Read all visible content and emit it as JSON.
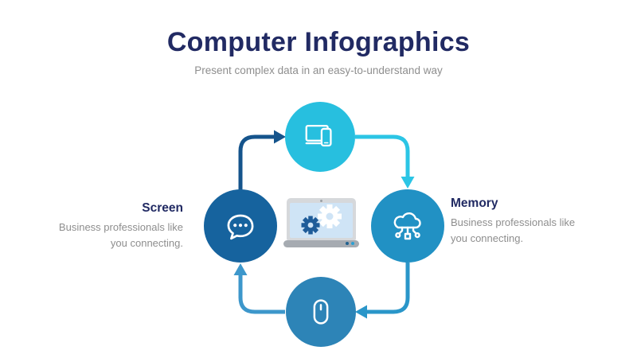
{
  "header": {
    "title": "Computer Infographics",
    "subtitle": "Present complex data in an easy-to-understand way"
  },
  "callouts": {
    "left": {
      "title": "Screen",
      "description": "Business professionals like you connecting."
    },
    "right": {
      "title": "Memory",
      "description": "Business professionals like you connecting."
    }
  },
  "diagram": {
    "nodes": [
      {
        "position": "top",
        "icon": "laptop-and-phone-icon",
        "color": "#27bfdf"
      },
      {
        "position": "right",
        "icon": "cloud-computing-icon",
        "color": "#2191c4"
      },
      {
        "position": "bottom",
        "icon": "computer-mouse-icon",
        "color": "#2d84b7"
      },
      {
        "position": "left",
        "icon": "chat-bubble-icon",
        "color": "#16639e"
      }
    ],
    "flow": [
      {
        "from": "left",
        "to": "top",
        "color": "#15548c"
      },
      {
        "from": "top",
        "to": "right",
        "color": "#2bc5e5"
      },
      {
        "from": "right",
        "to": "bottom",
        "color": "#2a96c9"
      },
      {
        "from": "bottom",
        "to": "left",
        "color": "#3d97cb"
      }
    ],
    "center": {
      "illustration": "laptop-with-gears",
      "gear_dark": "#1f5c99",
      "gear_light": "#ffffff",
      "screen": "#cfe4f6"
    }
  },
  "colors": {
    "heading_navy": "#212a63",
    "body_gray": "#8e8e8e",
    "background": "#ffffff"
  }
}
